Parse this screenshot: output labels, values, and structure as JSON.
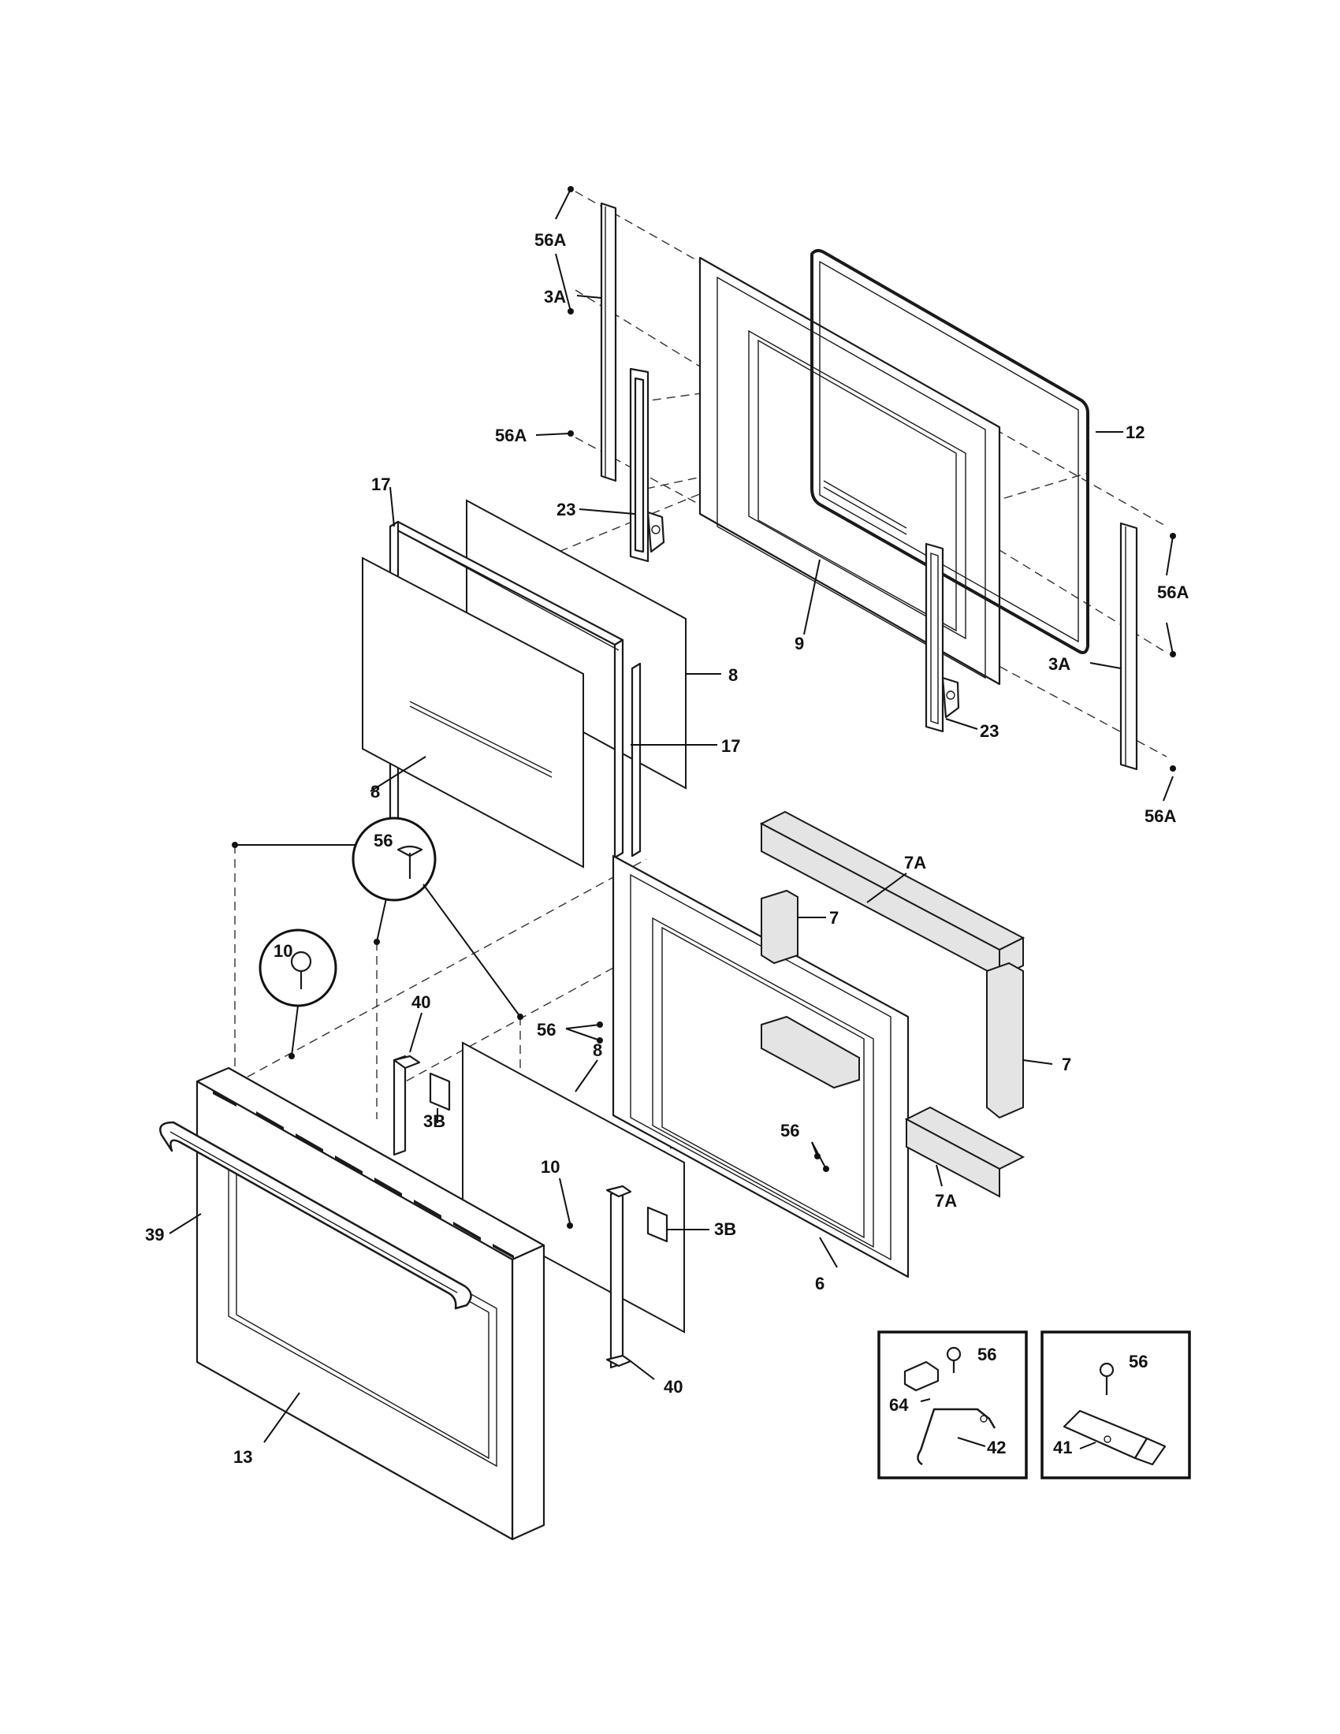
{
  "labels": {
    "p56A_a": "56A",
    "p3A_a": "3A",
    "p56A_b": "56A",
    "p23_a": "23",
    "p12": "12",
    "p17_a": "17",
    "p9": "9",
    "p56A_c": "56A",
    "p3A_b": "3A",
    "p8_a": "8",
    "p17_b": "17",
    "p23_b": "23",
    "p8_b": "8",
    "p56A_d": "56A",
    "p7A_a": "7A",
    "p56_a": "56",
    "p7_a": "7",
    "p10_a": "10",
    "p40_a": "40",
    "p56_b": "56",
    "p8_c": "8",
    "p7_b": "7",
    "p3B_a": "3B",
    "p56_c": "56",
    "p10_b": "10",
    "p39": "39",
    "p3B_b": "3B",
    "p7A_b": "7A",
    "p6": "6",
    "p40_b": "40",
    "p13": "13",
    "p56_inset1": "56",
    "p64": "64",
    "p42": "42",
    "p56_inset2": "56",
    "p41": "41"
  }
}
